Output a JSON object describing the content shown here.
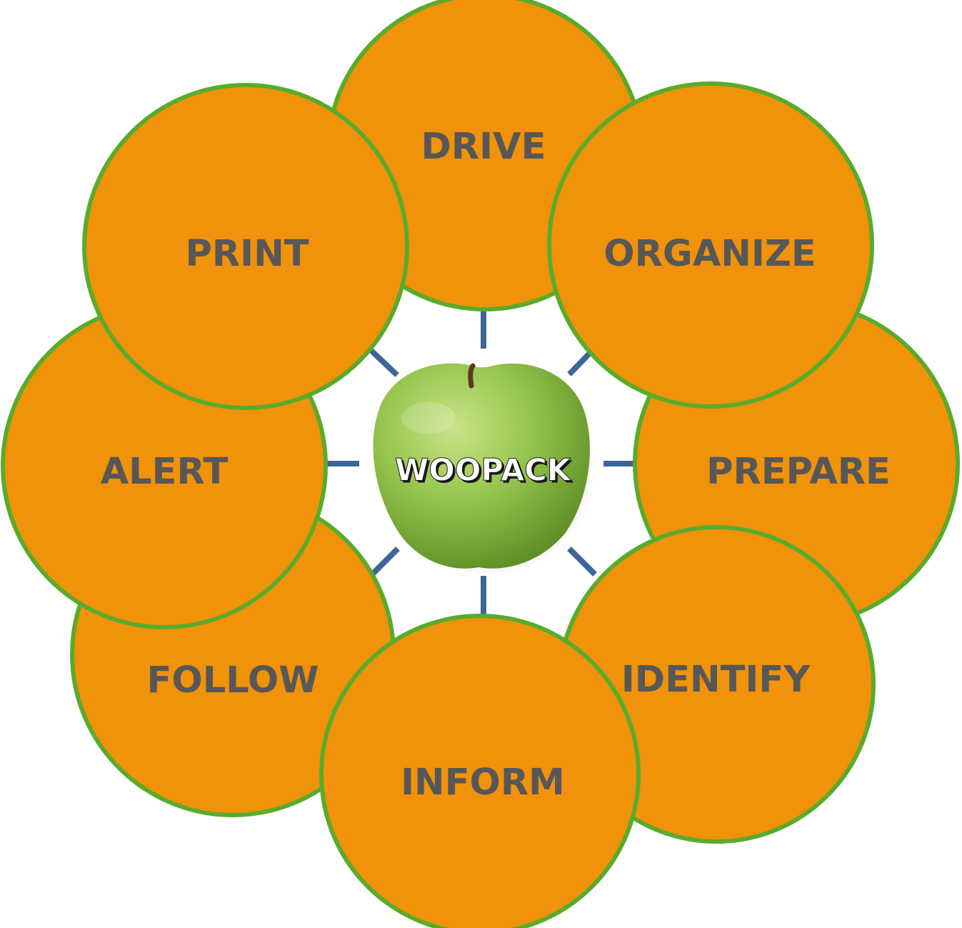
{
  "colors": {
    "petal_fill": "#f0920a",
    "petal_stroke": "#5aab2c",
    "label_text": "#575757",
    "connector": "#3e6597",
    "apple_light": "#b5d870",
    "apple_mid": "#8fc04a",
    "apple_dark": "#5f8f24",
    "center_text": "#ffffff",
    "center_text_shadow": "#1a1a1a"
  },
  "center": {
    "label": "WOOPACK",
    "icon": "green-apple-icon"
  },
  "petals": [
    {
      "key": "drive",
      "label": "DRIVE"
    },
    {
      "key": "organize",
      "label": "ORGANIZE"
    },
    {
      "key": "prepare",
      "label": "PREPARE"
    },
    {
      "key": "identify",
      "label": "IDENTIFY"
    },
    {
      "key": "inform",
      "label": "INFORM"
    },
    {
      "key": "follow",
      "label": "FOLLOW"
    },
    {
      "key": "alert",
      "label": "ALERT"
    },
    {
      "key": "print",
      "label": "PRINT"
    }
  ]
}
